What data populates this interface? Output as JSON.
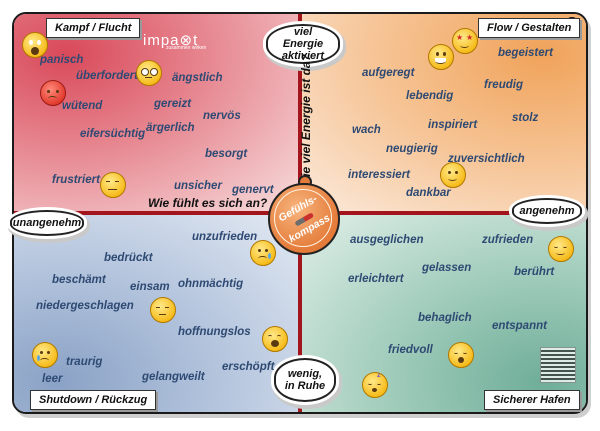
{
  "brand": {
    "name": "impa⊗t",
    "sub": "zusammen wirken"
  },
  "center": {
    "line1": "Gefühls-",
    "line2": "kompass"
  },
  "axis_hints": {
    "horizontal": "Wie fühlt es sich an?",
    "vertical": "Wie viel Energie ist da?"
  },
  "poles": {
    "top": "viel Energie aktiviert",
    "bottom": "wenig, in Ruhe",
    "left": "unangenehm",
    "right": "angenehm"
  },
  "quadrants": {
    "top_left": {
      "title": "Kampf / Flucht",
      "words": [
        "panisch",
        "überfordert",
        "ängstlich",
        "wütend",
        "gereizt",
        "nervös",
        "ärgerlich",
        "eifersüchtig",
        "besorgt",
        "frustriert",
        "unsicher",
        "genervt"
      ]
    },
    "top_right": {
      "title": "Flow / Gestalten",
      "words": [
        "begeistert",
        "aufgeregt",
        "freudig",
        "lebendig",
        "stolz",
        "wach",
        "inspiriert",
        "neugierig",
        "zuversichtlich",
        "interessiert",
        "dankbar"
      ]
    },
    "bottom_left": {
      "title": "Shutdown / Rückzug",
      "words": [
        "unzufrieden",
        "bedrückt",
        "beschämt",
        "einsam",
        "ohnmächtig",
        "niedergeschlagen",
        "hoffnungslos",
        "traurig",
        "erschöpft",
        "leer",
        "gelangweilt"
      ]
    },
    "bottom_right": {
      "title": "Sicherer Hafen",
      "words": [
        "ausgeglichen",
        "zufrieden",
        "berührt",
        "gelassen",
        "erleichtert",
        "behaglich",
        "entspannt",
        "friedvoll"
      ]
    }
  },
  "colors": {
    "top_left": "#d9495a",
    "top_right": "#f0a35a",
    "bottom_left": "#8aa2c6",
    "bottom_right": "#6fae99",
    "axis": "#a3151c",
    "word": "#2e4a73"
  }
}
